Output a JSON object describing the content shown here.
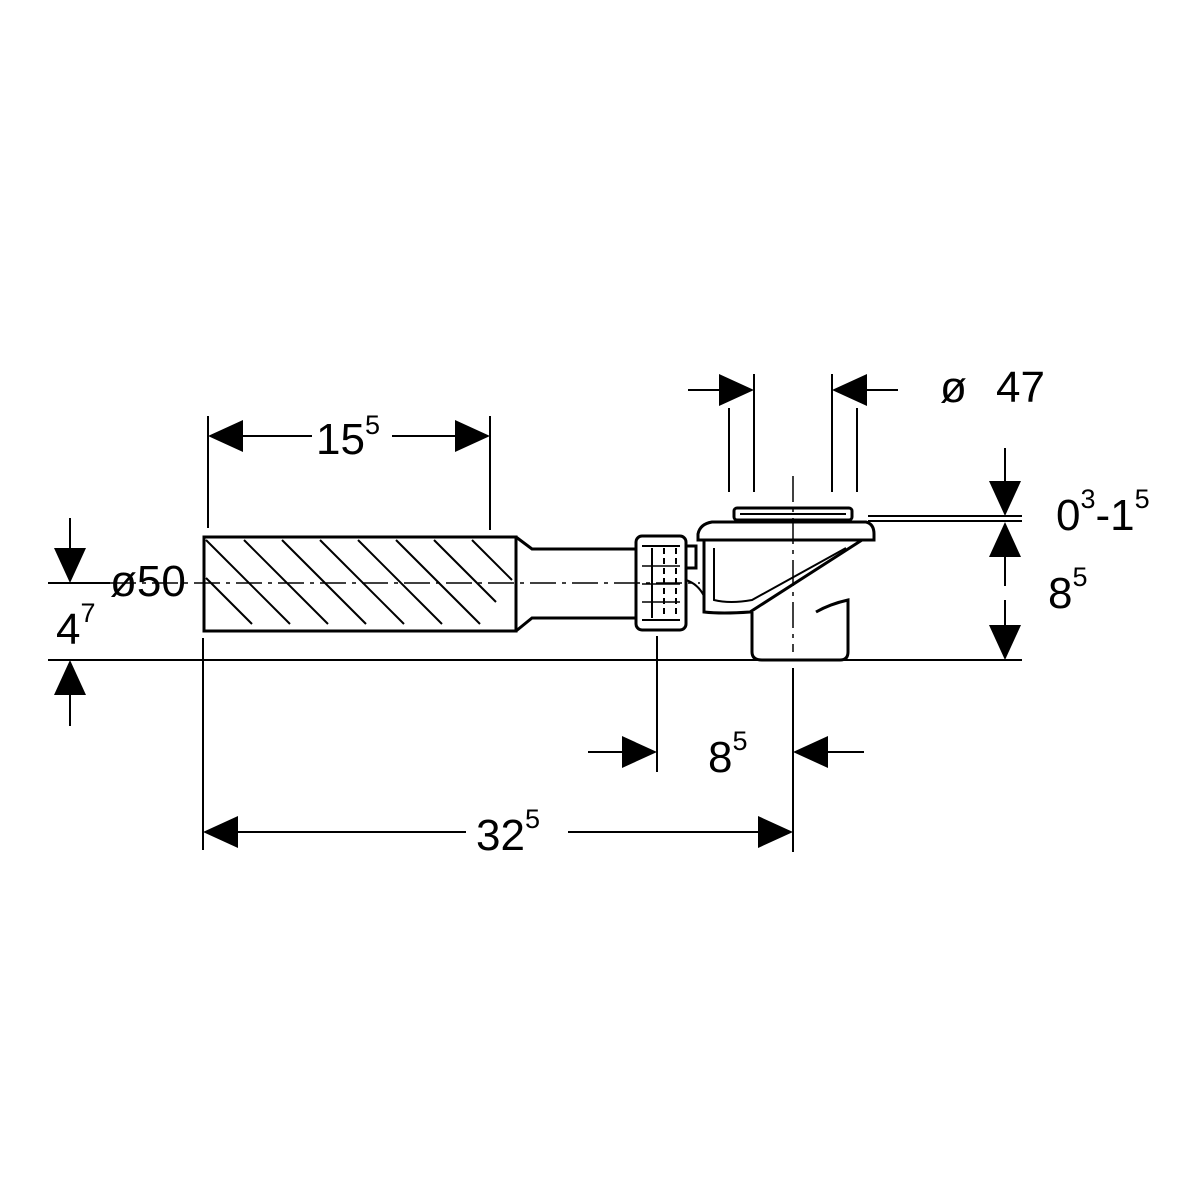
{
  "dimensions": {
    "pipe_length": {
      "main": "15",
      "sup": "5"
    },
    "pipe_diameter": {
      "main": "ø50"
    },
    "centerline_height": {
      "main": "4",
      "sup": "7"
    },
    "overall_length": {
      "main": "32",
      "sup": "5"
    },
    "outlet_offset": {
      "main": "8",
      "sup": "5"
    },
    "grate_diameter": {
      "symbol": "ø",
      "value": "47"
    },
    "flange_range": {
      "a_main": "0",
      "a_sup": "3",
      "sep": "-1",
      "b_sup": "5"
    },
    "trap_height": {
      "main": "8",
      "sup": "5"
    }
  },
  "colors": {
    "line": "#000000",
    "background": "#ffffff"
  }
}
